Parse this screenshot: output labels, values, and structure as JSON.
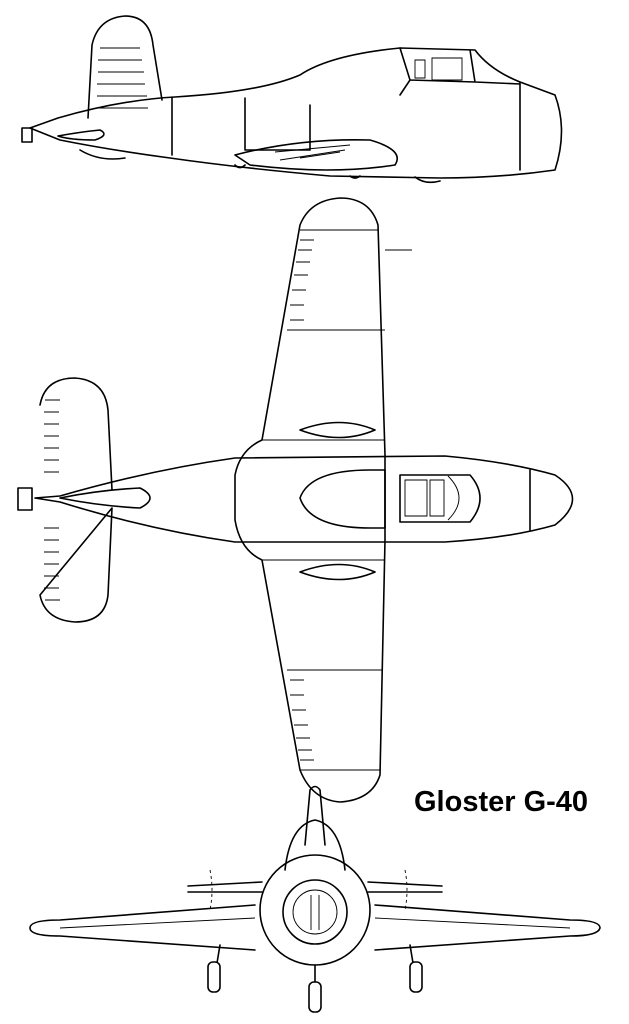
{
  "title": "Gloster G-40",
  "views": [
    "side-view",
    "top-view",
    "front-view"
  ]
}
